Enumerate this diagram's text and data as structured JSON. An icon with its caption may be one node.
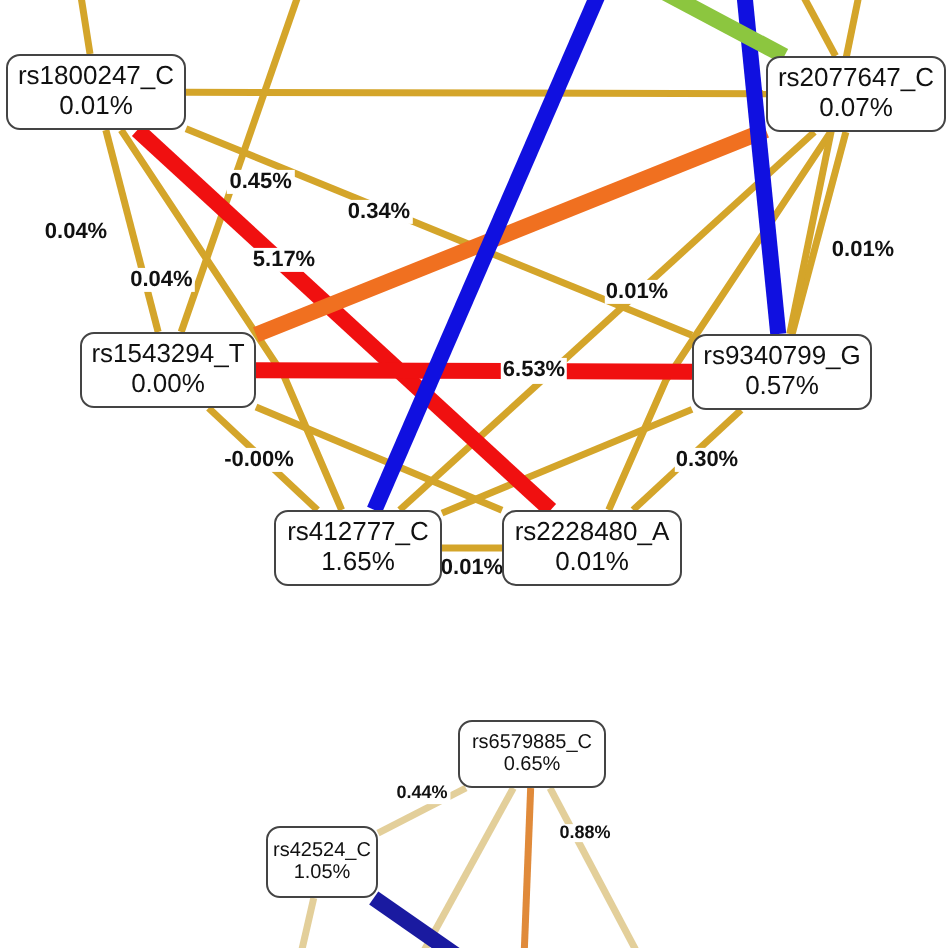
{
  "diagram": {
    "nodes": [
      {
        "text": [
          "rs1800247_C",
          "0.01%"
        ]
      },
      {
        "text": [
          "rs2077647_C",
          "0.07%"
        ]
      },
      {
        "text": [
          "rs1543294_T",
          "0.00%"
        ]
      },
      {
        "text": [
          "rs9340799_G",
          "0.57%"
        ]
      },
      {
        "text": [
          "rs412777_C",
          "1.65%"
        ]
      },
      {
        "text": [
          "rs2228480_A",
          "0.01%"
        ]
      },
      {
        "text": [
          "rs6579885_C",
          "0.65%"
        ]
      },
      {
        "text": [
          "rs42524_C",
          "1.05%"
        ]
      }
    ],
    "edges": [
      {
        "from": 0,
        "to": 5,
        "arrow": "none",
        "label": "5.17%",
        "style": "thick",
        "color": "#f01010"
      },
      {
        "from": 2,
        "to": 3,
        "arrow": "none",
        "label": "6.53%",
        "style": "thick",
        "color": "#f01010"
      },
      {
        "from": 2,
        "to": 1,
        "arrow": "none",
        "style": "thick",
        "color": "#f07020"
      },
      {
        "from": 4,
        "to": null,
        "arrow": "none",
        "style": "thick",
        "color": "#1010e0"
      },
      {
        "from": null,
        "to": 3,
        "arrow": "none",
        "style": "thick",
        "color": "#1010e0"
      },
      {
        "from": null,
        "to": 1,
        "arrow": "none",
        "style": "thick",
        "color": "#8cc63f"
      },
      {
        "from": 0,
        "to": 2,
        "arrow": "none",
        "label": "0.04%"
      },
      {
        "from": 2,
        "to": 4,
        "arrow": "none",
        "label": "-0.00%"
      },
      {
        "from": 4,
        "to": 5,
        "arrow": "none",
        "label": "0.01%"
      },
      {
        "from": 5,
        "to": 3,
        "arrow": "none",
        "label": "0.30%"
      },
      {
        "from": 3,
        "to": 1,
        "arrow": "none",
        "label": "0.01%"
      },
      {
        "from": 0,
        "to": 1,
        "arrow": "none"
      },
      {
        "from": 0,
        "to": 3,
        "arrow": "none",
        "label": "0.34%"
      },
      {
        "from": 0,
        "to": 4,
        "arrow": "none",
        "label": "0.04%"
      },
      {
        "from": 1,
        "to": 4,
        "arrow": "none",
        "label": "0.01%"
      },
      {
        "from": 1,
        "to": 5,
        "arrow": "none"
      },
      {
        "from": 2,
        "to": 5,
        "arrow": "none"
      },
      {
        "from": 4,
        "to": 3,
        "arrow": "none"
      },
      {
        "from": 0,
        "to": null,
        "arrow": "none"
      },
      {
        "from": 2,
        "to": null,
        "arrow": "none",
        "label": "0.45%"
      },
      {
        "from": 1,
        "to": null,
        "arrow": "none"
      },
      {
        "from": 3,
        "to": null,
        "arrow": "none"
      },
      {
        "from": 7,
        "to": 6,
        "arrow": "none",
        "label": "0.44%",
        "color": "#e3cf9a"
      },
      {
        "from": 7,
        "to": null,
        "arrow": "none",
        "style": "thick",
        "color": "#1a1aa0"
      },
      {
        "from": 7,
        "to": null,
        "arrow": "none",
        "color": "#e3cf9a"
      },
      {
        "from": 6,
        "to": null,
        "arrow": "none",
        "color": "#e08a3a"
      },
      {
        "from": 6,
        "to": null,
        "arrow": "none",
        "color": "#e3cf9a"
      },
      {
        "from": 6,
        "to": null,
        "arrow": "none",
        "label": "0.88%",
        "color": "#e3cf9a"
      }
    ]
  }
}
